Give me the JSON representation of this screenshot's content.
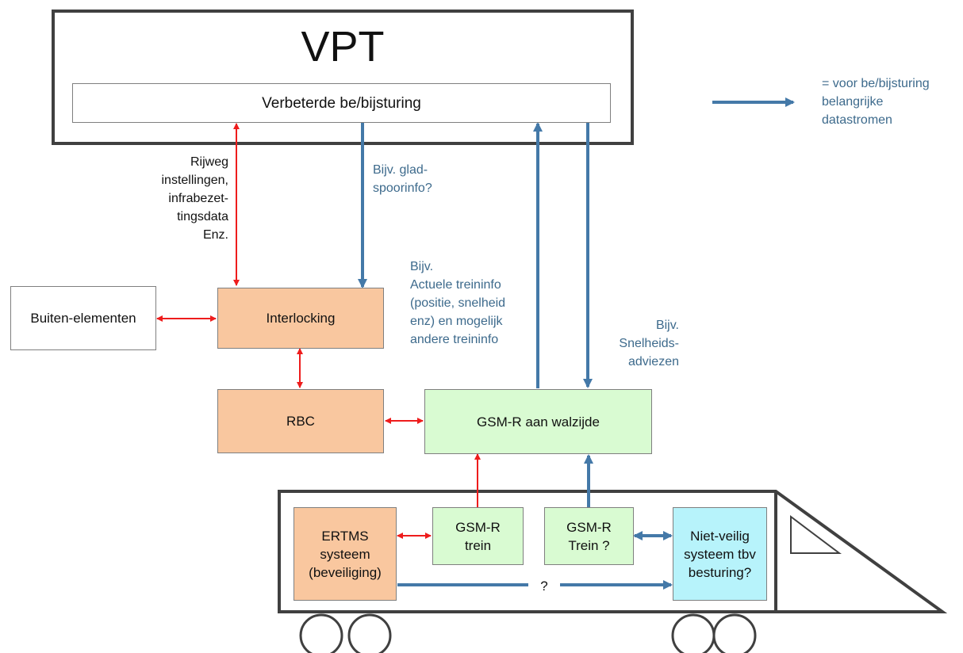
{
  "colors": {
    "red_arrow": "#ee1c1c",
    "blue_arrow": "#4479a8",
    "orange_box": "#f9c79f",
    "green_box": "#d9fbd2",
    "cyan_box": "#b7f3fb",
    "blue_text": "#3d6a8c"
  },
  "vpt": {
    "title": "VPT",
    "subtitle": "Verbeterde be/bijsturing"
  },
  "legend": {
    "text": "= voor be/bijsturing\nbelangrijke\ndatastromen"
  },
  "labels": {
    "rijweg": "Rijweg\ninstellingen,\ninfrabezet-\ntingsdata\nEnz.",
    "gladspoor": "Bijv. glad-\nspoorinfo?",
    "treininfo": "Bijv.\nActuele treininfo\n(positie, snelheid\nenz) en mogelijk\nandere treininfo",
    "snelheid": "Bijv.\nSnelheids-\nadviezen",
    "question": "?"
  },
  "boxes": {
    "buiten": "Buiten-elementen",
    "interlocking": "Interlocking",
    "rbc": "RBC",
    "gsmr_wal": "GSM-R aan walzijde",
    "ertms": "ERTMS\nsysteem\n(beveiliging)",
    "gsmr_trein": "GSM-R\ntrein",
    "gsmr_trein2": "GSM-R\nTrein ?",
    "nietveilig": "Niet-veilig\nsysteem tbv\nbesturing?"
  }
}
